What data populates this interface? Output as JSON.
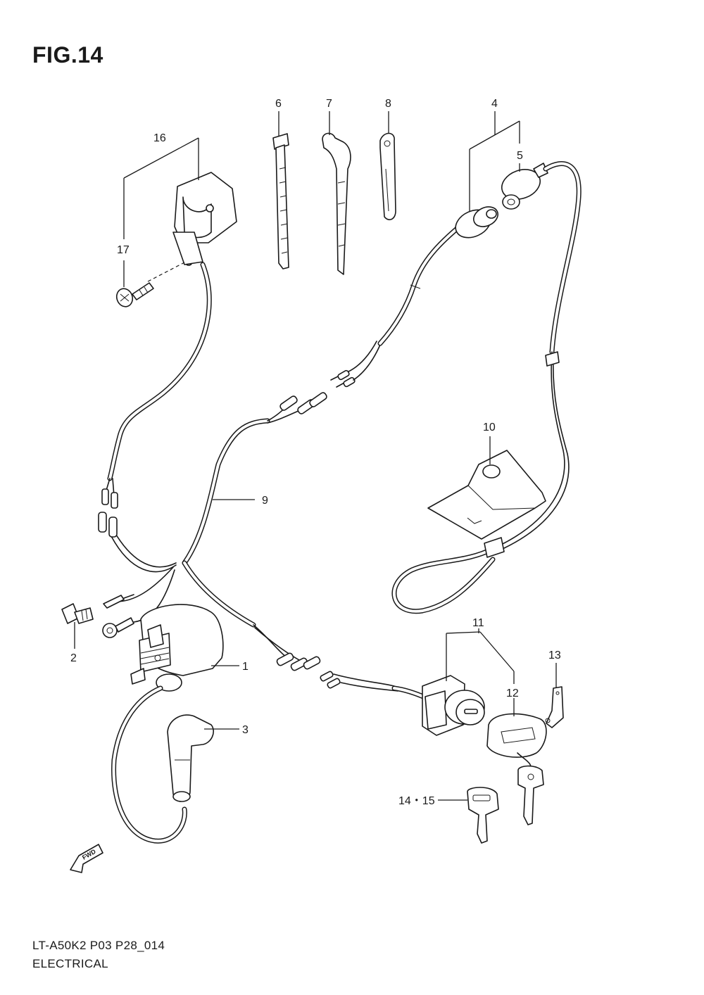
{
  "figure": {
    "title": "FIG.14"
  },
  "callouts": {
    "c1": "1",
    "c2": "2",
    "c3": "3",
    "c4": "4",
    "c5": "5",
    "c6": "6",
    "c7": "7",
    "c8": "8",
    "c9": "9",
    "c10": "10",
    "c11": "11",
    "c12": "12",
    "c13": "13",
    "c14_15": "14・15",
    "c16": "16",
    "c17": "17"
  },
  "fwd_label": "FWD",
  "footer": {
    "model_code": "LT-A50K2 P03 P28_014",
    "section": "ELECTRICAL"
  }
}
